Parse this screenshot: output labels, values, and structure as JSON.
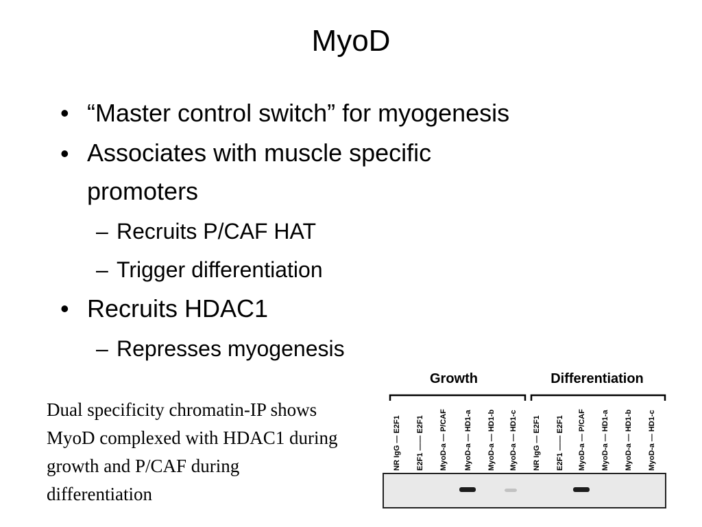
{
  "slide": {
    "title": "MyoD",
    "bullets": [
      {
        "level": 1,
        "text": "“Master control switch” for myogenesis"
      },
      {
        "level": 1,
        "text": "Associates with muscle specific promoters"
      },
      {
        "level": 2,
        "text": "Recruits P/CAF HAT"
      },
      {
        "level": 2,
        "text": "Trigger differentiation"
      },
      {
        "level": 1,
        "text": "Recruits HDAC1"
      },
      {
        "level": 2,
        "text": "Represses myogenesis"
      }
    ],
    "bullet_glyph": "•",
    "dash_glyph": "–",
    "caption": "Dual specificity chromatin-IP shows MyoD complexed with HDAC1 during growth and P/CAF during differentiation"
  },
  "figure": {
    "group_labels": [
      "Growth",
      "Differentiation"
    ],
    "lanes": [
      {
        "label": "NR IgG — E2F1",
        "band": "none"
      },
      {
        "label": "E2F1 —— E2F1",
        "band": "none"
      },
      {
        "label": "MyoD-a — P/CAF",
        "band": "none"
      },
      {
        "label": "MyoD-a — HD1-a",
        "band": "strong"
      },
      {
        "label": "MyoD-a — HD1-b",
        "band": "none"
      },
      {
        "label": "MyoD-a — HD1-c",
        "band": "faint"
      },
      {
        "label": "NR IgG — E2F1",
        "band": "none"
      },
      {
        "label": "E2F1 —— E2F1",
        "band": "none"
      },
      {
        "label": "MyoD-a — P/CAF",
        "band": "strong"
      },
      {
        "label": "MyoD-a — HD1-a",
        "band": "none"
      },
      {
        "label": "MyoD-a — HD1-b",
        "band": "none"
      },
      {
        "label": "MyoD-a — HD1-c",
        "band": "none"
      }
    ],
    "colors": {
      "band": "#111111",
      "background": "#e9e9e9"
    }
  }
}
